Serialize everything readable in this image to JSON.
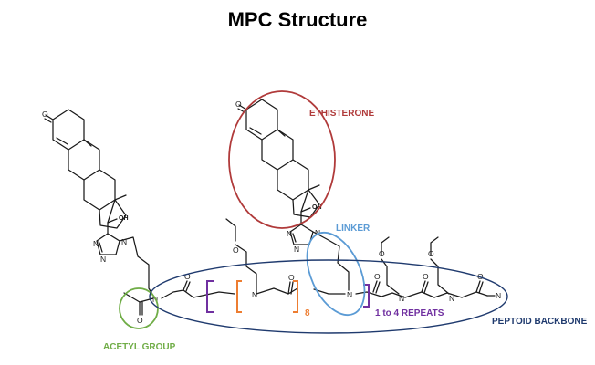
{
  "title": "MPC Structure",
  "labels": {
    "ethisterone": "ETHISTERONE",
    "linker": "LINKER",
    "acetyl_group": "ACETYL GROUP",
    "peptoid_backbone": "PEPTOID BACKBONE",
    "repeats": "1 to 4 REPEATS",
    "repeat_count": "8"
  },
  "atoms": {
    "oxygen": "O",
    "nitrogen": "N",
    "hydroxyl": "OH"
  },
  "colors": {
    "ethisterone": "#b03a3a",
    "linker": "#5b9bd5",
    "acetyl_group": "#70ad47",
    "peptoid_backbone": "#1f3a6e",
    "repeats": "#7030a0",
    "repeat_count": "#ed7d31",
    "structure": "#1a1a1a"
  }
}
